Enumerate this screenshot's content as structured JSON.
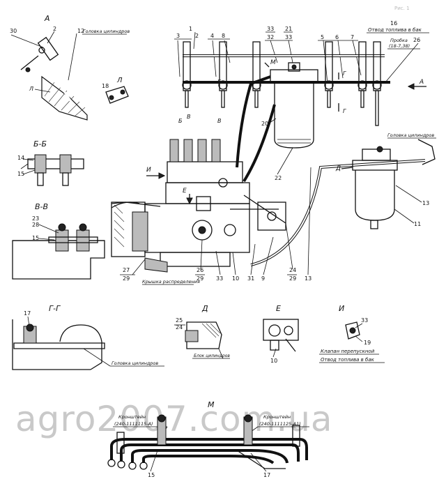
{
  "watermark": "agro2007.com.ua",
  "faint_label": "Рис. 1",
  "views": {
    "A": "А",
    "L": "Л",
    "BB": "Б-Б",
    "VV": "В-В",
    "GG": "Г-Г",
    "D": "Д",
    "E": "Е",
    "I": "И",
    "M": "М"
  },
  "texts": {
    "golovka_1": "Головка цилиндров",
    "golovka_2": "Головка цилиндров",
    "golovka_3": "Головка цилиндров",
    "otvod_1": "Отвод топлива в бак",
    "otvod_2": "Отвод топлива в бак",
    "probka_1": "Пробка",
    "probka_2": "(18-7,38)",
    "kryshka": "Крышка распределения",
    "blok": "Блок цилиндров",
    "klapan": "Клапан перепускной",
    "kronshtein_1a": "Кронштейн",
    "kronshtein_1b": "(240-1111115-А)",
    "kronshtein_2a": "Кронштейн",
    "kronshtein_2b": "(240-1111125-А1)"
  },
  "callouts": {
    "n1": "1",
    "n2a": "2",
    "n3": "3",
    "n4": "4",
    "n8": "8",
    "n33a": "33",
    "n32": "32",
    "n21": "21",
    "n33b": "33",
    "n5": "5",
    "n6": "6",
    "n7": "7",
    "n16": "16",
    "n26a": "26",
    "n30": "30",
    "n2b": "2",
    "n12": "12",
    "n18": "18",
    "n14": "14",
    "n15a": "15",
    "n23": "23",
    "n28": "28",
    "n15b": "15",
    "n20": "20",
    "n22": "22",
    "n13a": "13",
    "n11": "11",
    "n27": "27",
    "n29a": "29",
    "n26b": "26",
    "n29b": "29",
    "n33c": "33",
    "n10a": "10",
    "n31": "31",
    "n9": "9",
    "n24a": "24",
    "n29c": "29",
    "n13b": "13",
    "n17a": "17",
    "n25": "25",
    "n24b": "24",
    "n10b": "10",
    "n33d": "33",
    "n19": "19",
    "n15c": "15",
    "n17b": "17"
  },
  "markers": {
    "m_M": "М",
    "m_A_arrow": "А",
    "m_G1": "Г",
    "m_G2": "Г",
    "m_B1": "Б",
    "m_B2": "Б",
    "m_V1": "В",
    "m_V2": "В",
    "m_I": "И",
    "m_E": "Е",
    "m_D": "Д"
  }
}
